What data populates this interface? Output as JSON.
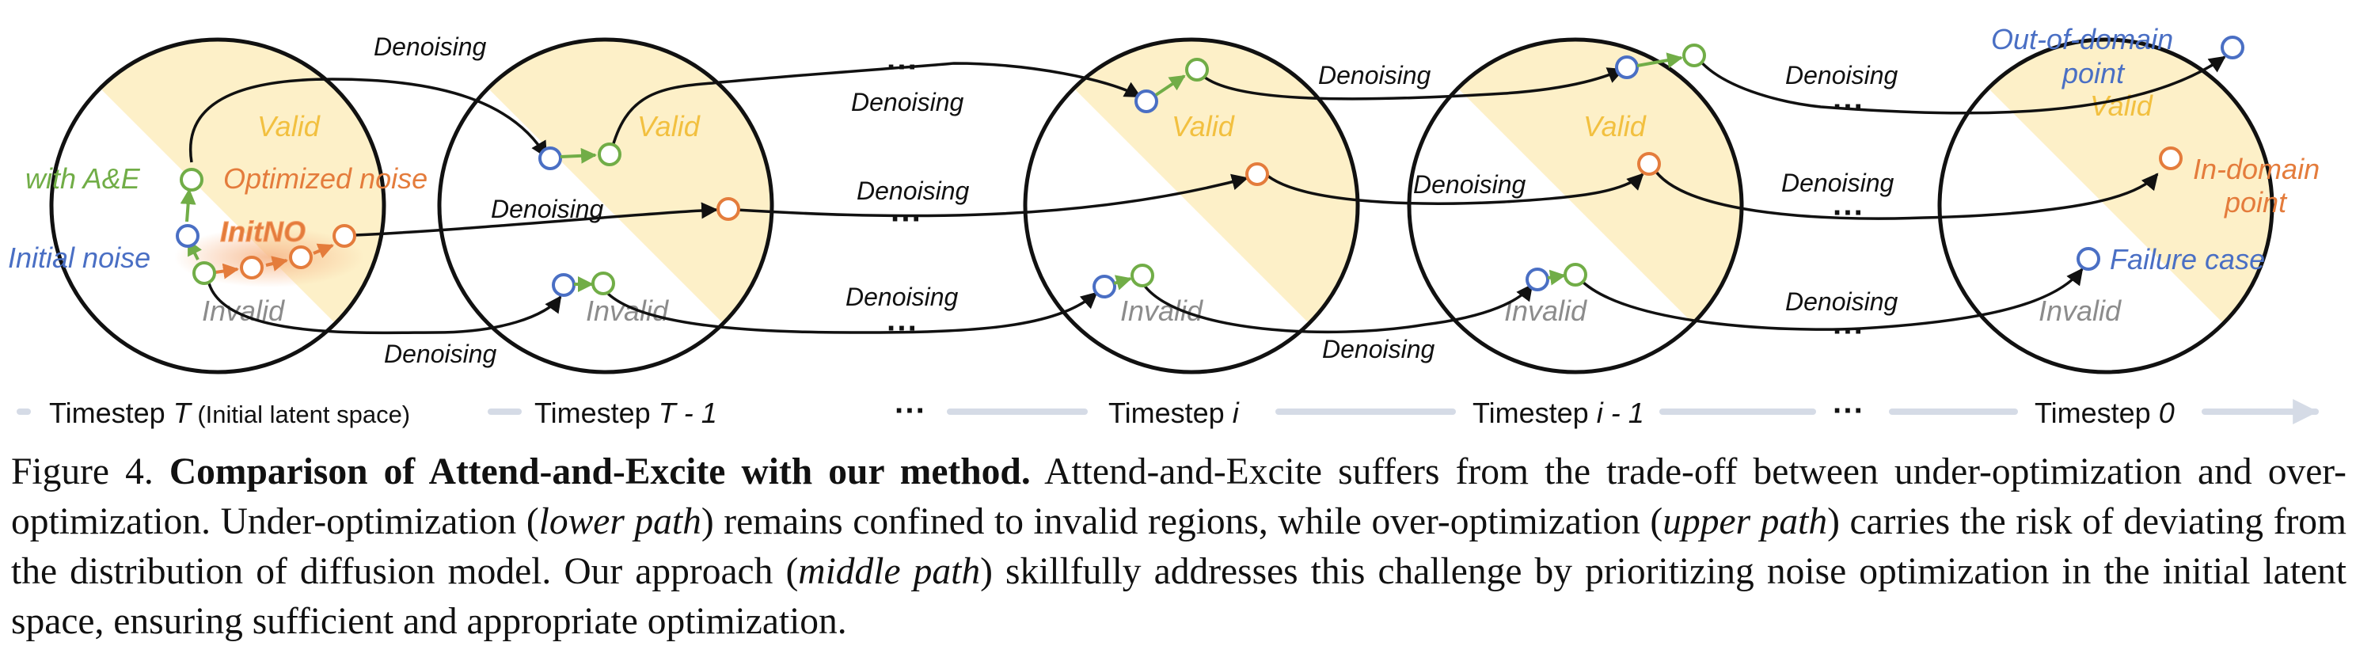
{
  "figure": {
    "labels": {
      "valid": "Valid",
      "invalid": "Invalid",
      "denoising": "Denoising",
      "ellipsis": "···",
      "with_ae": "with A&E",
      "optimized_noise": "Optimized noise",
      "initial_noise": "Initial noise",
      "initno": "InitNO",
      "out_of_domain_1": "Out-of-domain",
      "out_of_domain_2": "point",
      "in_domain_1": "In-domain",
      "in_domain_2": "point",
      "failure_case": "Failure case"
    },
    "timesteps": {
      "t_prefix": "Timestep ",
      "T": "T",
      "initial_latent": " (Initial latent space)",
      "T_minus_1": " - 1",
      "i": "i",
      "i_minus_1": " - 1",
      "zero": "0"
    },
    "colors": {
      "valid_fill": "#fdf0c8",
      "valid_text": "#f2c040",
      "invalid_text": "#8c8c8c",
      "blue": "#4a6fc4",
      "green": "#71ad47",
      "orange": "#e47c3c",
      "axis": "#d5dbe6"
    }
  },
  "caption": {
    "fig_label": "Figure 4.",
    "bold_title": "Comparison of Attend-and-Excite with our method.",
    "t1": " Attend-and-Excite suffers from the trade-off between under-optimization and over-optimization. Under-optimization (",
    "lower_path": "lower path",
    "t2": ") remains confined to invalid regions, while over-optimization (",
    "upper_path": "upper path",
    "t3": ") carries the risk of deviating from the distribution of diffusion model. Our approach (",
    "middle_path": "middle path",
    "t4": ") skillfully addresses this challenge by prioritizing noise optimization in the initial latent space, ensuring sufficient and appropriate optimization."
  }
}
